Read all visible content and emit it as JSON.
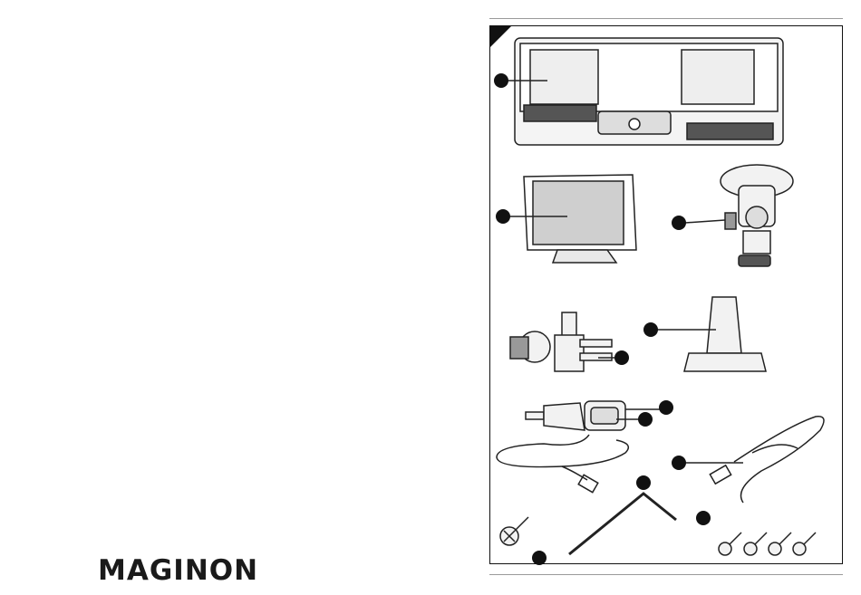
{
  "brand": {
    "logo_text": "MAGINON"
  },
  "parts": [
    {
      "name": "license-plate-frame-camera",
      "icon": "license-plate-frame"
    },
    {
      "name": "monitor",
      "icon": "monitor-icon"
    },
    {
      "name": "suction-cup-mount",
      "icon": "suction-mount-icon"
    },
    {
      "name": "vent-clip-mount",
      "icon": "clip-mount-icon"
    },
    {
      "name": "monitor-stand-base",
      "icon": "stand-base-icon"
    },
    {
      "name": "car-charger-plug",
      "icon": "car-plug-icon"
    },
    {
      "name": "power-cable",
      "icon": "cable-icon"
    },
    {
      "name": "usb-cable",
      "icon": "usb-cable-icon"
    },
    {
      "name": "hex-key",
      "icon": "hex-key-icon"
    },
    {
      "name": "screw",
      "icon": "screw-icon"
    },
    {
      "name": "screws-set",
      "icon": "screws-icon"
    }
  ],
  "colors": {
    "ink": "#111111",
    "screen": "#cfcfcf",
    "rule": "#9a9a9a"
  }
}
